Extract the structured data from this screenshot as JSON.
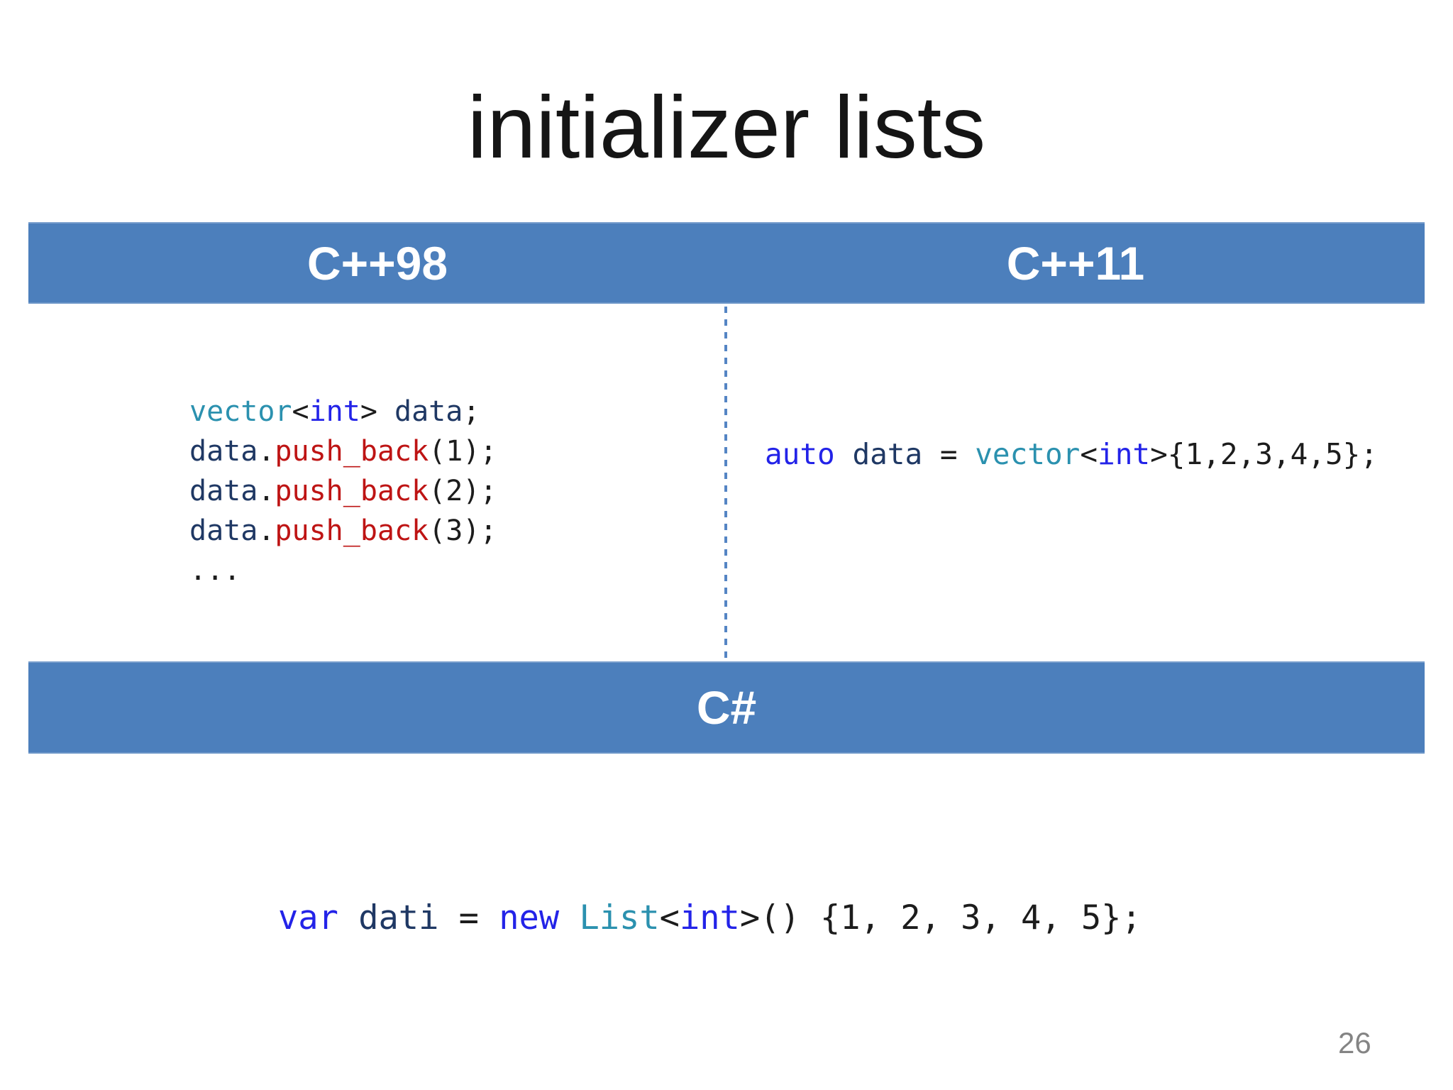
{
  "title": "initializer lists",
  "page_number": "26",
  "headers": {
    "cpp98": "C++98",
    "cpp11": "C++11",
    "csharp": "C#"
  },
  "palette": {
    "bar_blue": "#4C7FBC",
    "divider_blue": "#5585C4",
    "header_text": "#FFFFFF",
    "title_text": "#151515",
    "page_number_gray": "#848484",
    "code_teal": "#2B91AF",
    "code_blue": "#2323E8",
    "code_navy": "#1F3864",
    "code_red": "#BE1414",
    "code_black": "#1C1C1C"
  },
  "code_blocks": {
    "cpp98": {
      "lines": [
        [
          {
            "t": "vector",
            "c": "teal"
          },
          {
            "t": "<",
            "c": "black"
          },
          {
            "t": "int",
            "c": "blue"
          },
          {
            "t": "> ",
            "c": "black"
          },
          {
            "t": "data",
            "c": "navy"
          },
          {
            "t": ";",
            "c": "black"
          }
        ],
        [
          {
            "t": "data",
            "c": "navy"
          },
          {
            "t": ".",
            "c": "black"
          },
          {
            "t": "push_back",
            "c": "red"
          },
          {
            "t": "(1);",
            "c": "black"
          }
        ],
        [
          {
            "t": "data",
            "c": "navy"
          },
          {
            "t": ".",
            "c": "black"
          },
          {
            "t": "push_back",
            "c": "red"
          },
          {
            "t": "(2);",
            "c": "black"
          }
        ],
        [
          {
            "t": "data",
            "c": "navy"
          },
          {
            "t": ".",
            "c": "black"
          },
          {
            "t": "push_back",
            "c": "red"
          },
          {
            "t": "(3);",
            "c": "black"
          }
        ],
        [
          {
            "t": "...",
            "c": "black"
          }
        ]
      ]
    },
    "cpp11": {
      "lines": [
        [
          {
            "t": "auto",
            "c": "blue"
          },
          {
            "t": " ",
            "c": "black"
          },
          {
            "t": "data",
            "c": "navy"
          },
          {
            "t": " = ",
            "c": "black"
          },
          {
            "t": "vector",
            "c": "teal"
          },
          {
            "t": "<",
            "c": "black"
          },
          {
            "t": "int",
            "c": "blue"
          },
          {
            "t": ">",
            "c": "black"
          },
          {
            "t": "{1,2,3,4,5};",
            "c": "black"
          }
        ]
      ]
    },
    "csharp": {
      "lines": [
        [
          {
            "t": "var",
            "c": "blue"
          },
          {
            "t": " ",
            "c": "black"
          },
          {
            "t": "dati",
            "c": "navy"
          },
          {
            "t": " = ",
            "c": "black"
          },
          {
            "t": "new",
            "c": "blue"
          },
          {
            "t": " ",
            "c": "black"
          },
          {
            "t": "List",
            "c": "teal"
          },
          {
            "t": "<",
            "c": "black"
          },
          {
            "t": "int",
            "c": "blue"
          },
          {
            "t": ">() {1, 2, 3, 4, 5};",
            "c": "black"
          }
        ]
      ]
    }
  }
}
